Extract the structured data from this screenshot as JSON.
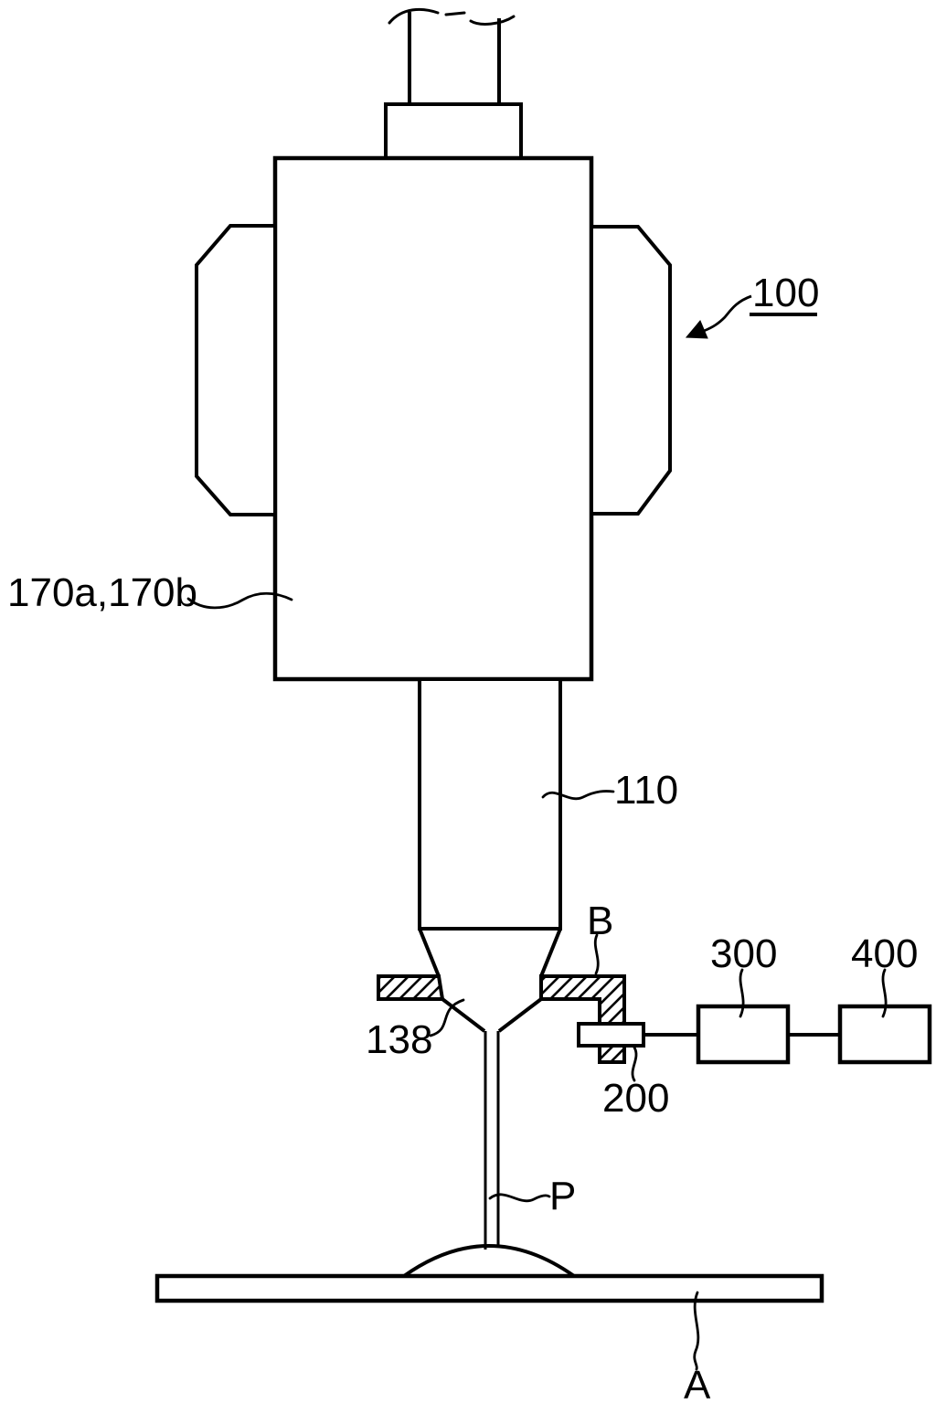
{
  "figure": {
    "type": "patent-line-drawing",
    "background_color": "#ffffff",
    "line_color": "#000000",
    "labels": {
      "ref_170": "170a,170b",
      "ref_100": "100",
      "ref_110": "110",
      "ref_B": "B",
      "ref_138": "138",
      "ref_200": "200",
      "ref_300": "300",
      "ref_400": "400",
      "ref_P": "P",
      "ref_A": "A"
    }
  }
}
